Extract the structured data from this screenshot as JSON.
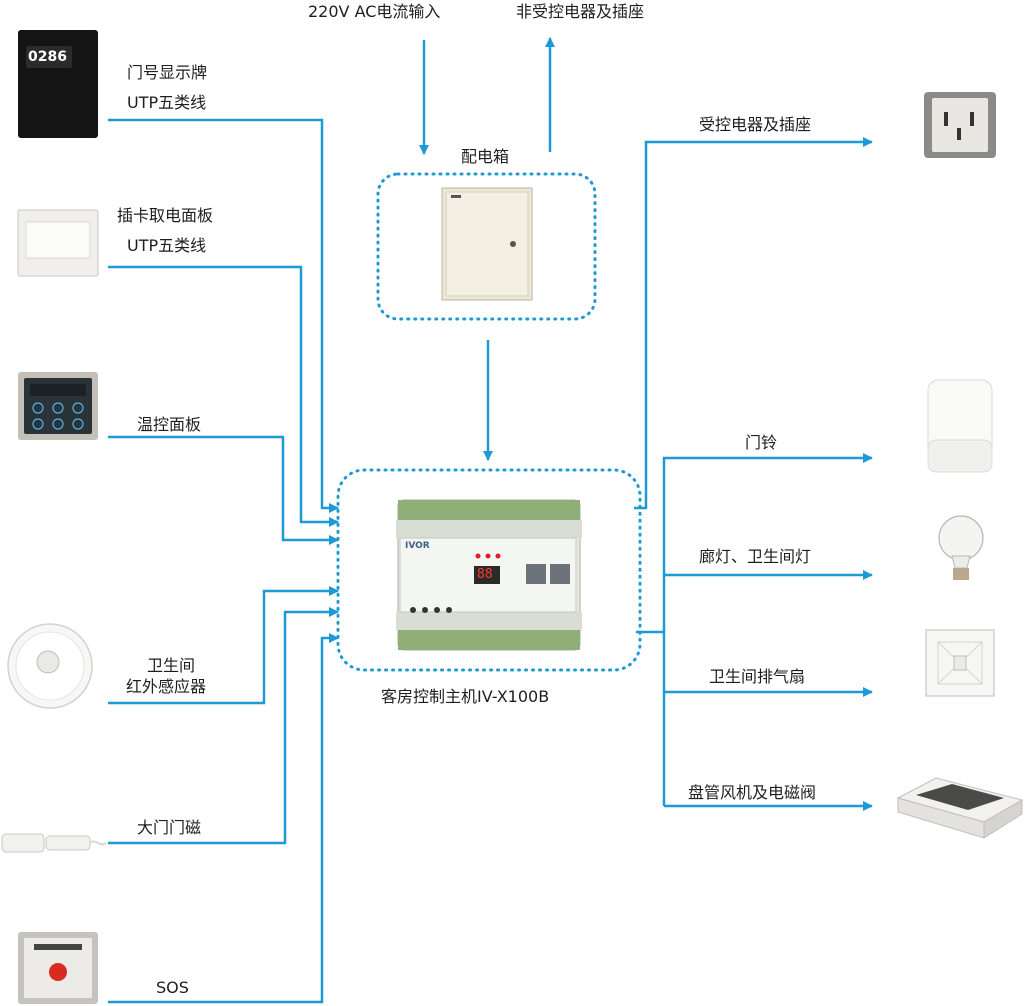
{
  "colors": {
    "wire": "#1b9ad6",
    "dotted_box": "#1b9ad6",
    "text": "#1e1e1e"
  },
  "top": {
    "power_input": "220V AC电流输入",
    "uncontrolled_output": "非受控电器及插座",
    "distribution_box": "配电箱"
  },
  "host": {
    "label": "客房控制主机IV-X100B",
    "brand": "IVOR",
    "display": "88"
  },
  "inputs": [
    {
      "id": "door-sign",
      "line1": "门号显示牌",
      "line2": "UTP五类线",
      "device_text": "0286",
      "icon": "door-number-panel-icon"
    },
    {
      "id": "card-switch",
      "line1": "插卡取电面板",
      "line2": "UTP五类线",
      "icon": "card-power-switch-icon"
    },
    {
      "id": "thermostat",
      "line1": "温控面板",
      "icon": "thermostat-panel-icon"
    },
    {
      "id": "ir-sensor",
      "line1": "卫生间",
      "line2": "红外感应器",
      "icon": "ir-sensor-icon"
    },
    {
      "id": "door-magnet",
      "line1": "大门门磁",
      "icon": "door-magnet-icon"
    },
    {
      "id": "sos",
      "line1": "SOS",
      "icon": "sos-button-icon"
    }
  ],
  "outputs": [
    {
      "id": "socket",
      "label": "受控电器及插座",
      "icon": "power-socket-icon"
    },
    {
      "id": "doorbell",
      "label": "门铃",
      "icon": "doorbell-icon"
    },
    {
      "id": "lights",
      "label": "廊灯、卫生间灯",
      "icon": "light-bulb-icon"
    },
    {
      "id": "exhaust-fan",
      "label": "卫生间排气扇",
      "icon": "exhaust-fan-icon"
    },
    {
      "id": "fan-coil",
      "label": "盘管风机及电磁阀",
      "icon": "fan-coil-unit-icon"
    }
  ]
}
